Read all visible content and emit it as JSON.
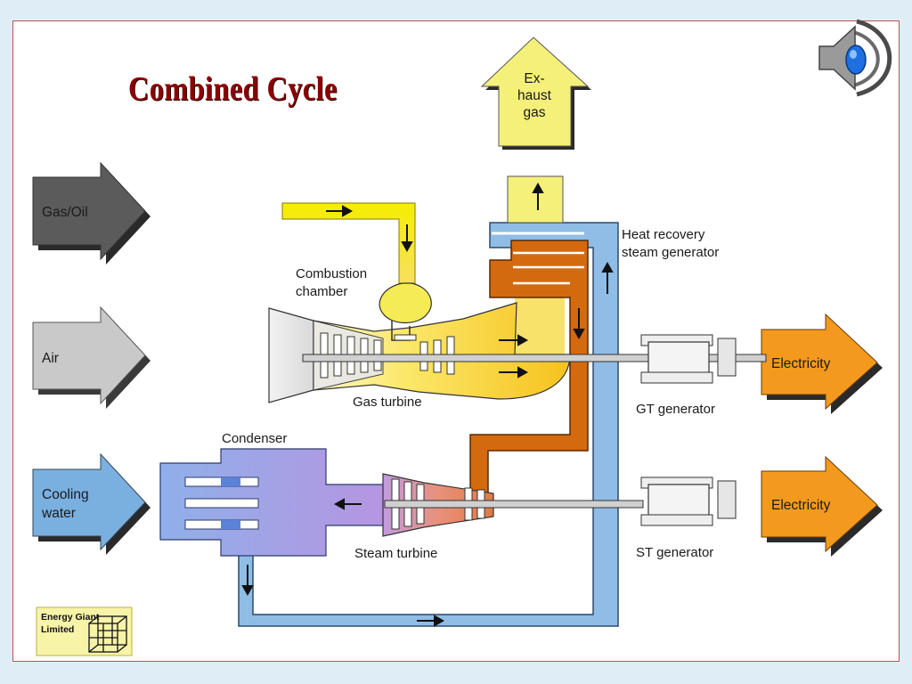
{
  "title": "Combined Cycle",
  "inputs": {
    "fuel": "Gas/Oil",
    "air": "Air",
    "cooling_line1": "Cooling",
    "cooling_line2": "water"
  },
  "exhaust": {
    "line1": "Ex-",
    "line2": "haust",
    "line3": "gas"
  },
  "components": {
    "combustion_line1": "Combustion",
    "combustion_line2": "chamber",
    "gas_turbine": "Gas turbine",
    "hrsg_line1": "Heat recovery",
    "hrsg_line2": "steam generator",
    "condenser": "Condenser",
    "steam_turbine": "Steam turbine",
    "gt_generator": "GT generator",
    "st_generator": "ST generator"
  },
  "outputs": {
    "electricity_gt": "Electricity",
    "electricity_st": "Electricity"
  },
  "logo": {
    "line1": "Energy Giant",
    "line2": "Limited"
  },
  "icons": {
    "audio": "speaker-icon"
  },
  "colors": {
    "title": "#8b0000",
    "fuel_arrow": "#5a5a5a",
    "air_arrow": "#c8c8c8",
    "cooling_arrow": "#7ab0e0",
    "exhaust": "#f5f07a",
    "fuel_line": "#f5ee00",
    "steam_pipe": "#d46a10",
    "water_pipe": "#8fbde6",
    "electricity": "#f39a1e"
  }
}
